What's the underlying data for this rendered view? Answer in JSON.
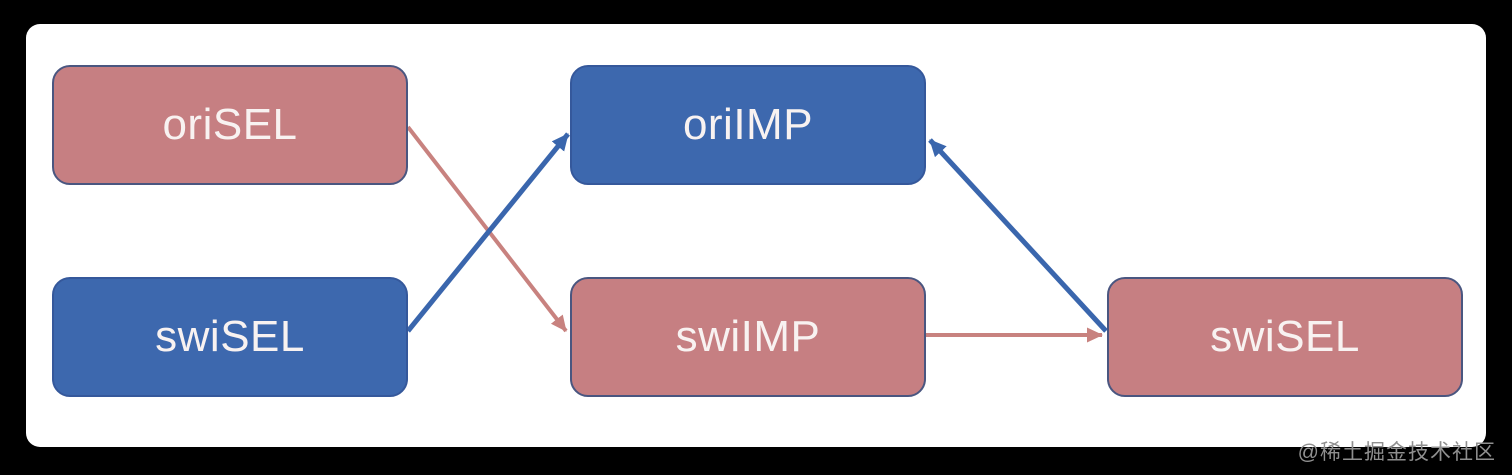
{
  "diagram": {
    "nodes": [
      {
        "id": "oriSEL-left",
        "label": "oriSEL",
        "color": "pink"
      },
      {
        "id": "swiSEL-left",
        "label": "swiSEL",
        "color": "blue"
      },
      {
        "id": "oriIMP",
        "label": "oriIMP",
        "color": "blue"
      },
      {
        "id": "swiIMP",
        "label": "swiIMP",
        "color": "pink"
      },
      {
        "id": "swiSEL-right",
        "label": "swiSEL",
        "color": "pink"
      }
    ],
    "edges": [
      {
        "from": "oriSEL-left",
        "to": "swiIMP",
        "color": "pink"
      },
      {
        "from": "swiSEL-left",
        "to": "oriIMP",
        "color": "blue"
      },
      {
        "from": "swiIMP",
        "to": "swiSEL-right",
        "color": "pink"
      },
      {
        "from": "swiSEL-right",
        "to": "oriIMP",
        "color": "blue"
      }
    ],
    "colors": {
      "pink_fill": "#c67f82",
      "blue_fill": "#3d68ae",
      "pink_node_border": "#4a5680",
      "blue_node_border": "#35589b",
      "pink_arrow": "#c8827f",
      "blue_arrow": "#3a66ad",
      "node_text": "#f8f2f1",
      "canvas": "#ffffff",
      "background": "#000000",
      "watermark_text": "#8f8f8f"
    }
  },
  "watermark": {
    "text": "@稀土掘金技术社区"
  }
}
